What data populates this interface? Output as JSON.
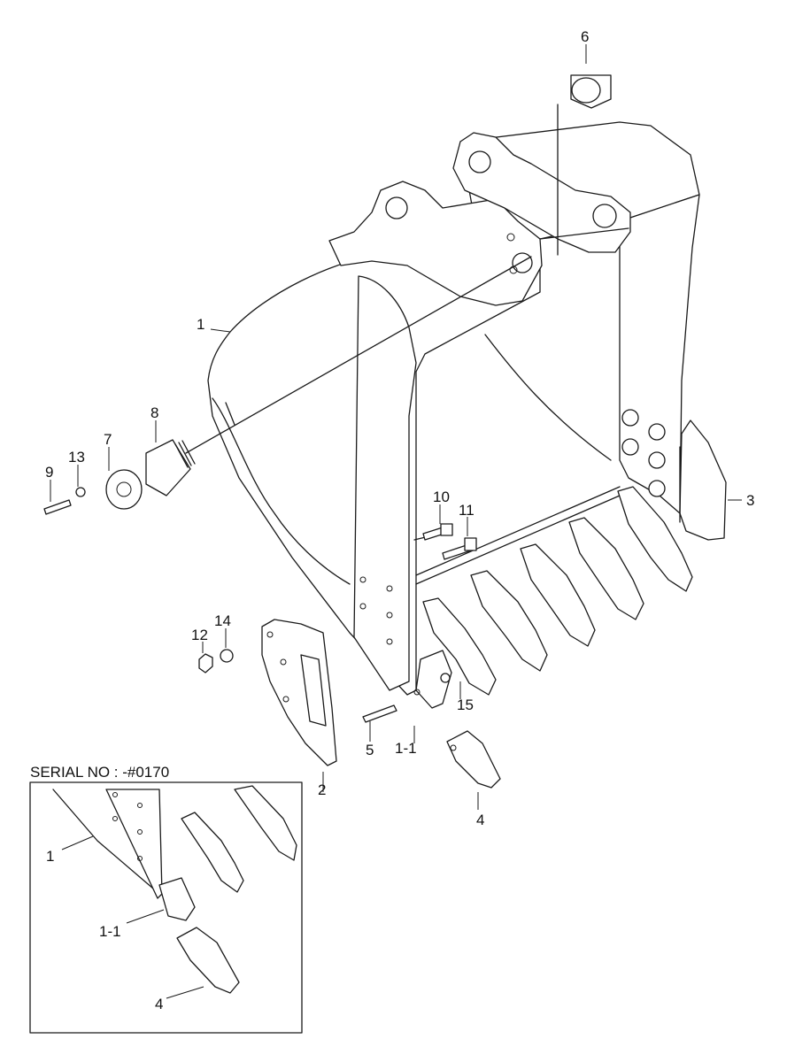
{
  "callouts": [
    {
      "id": "c1",
      "text": "1"
    },
    {
      "id": "c2",
      "text": "2"
    },
    {
      "id": "c3",
      "text": "3"
    },
    {
      "id": "c4",
      "text": "4"
    },
    {
      "id": "c5",
      "text": "5"
    },
    {
      "id": "c6",
      "text": "6"
    },
    {
      "id": "c7",
      "text": "7"
    },
    {
      "id": "c8",
      "text": "8"
    },
    {
      "id": "c9",
      "text": "9"
    },
    {
      "id": "c10",
      "text": "10"
    },
    {
      "id": "c11",
      "text": "11"
    },
    {
      "id": "c12",
      "text": "12"
    },
    {
      "id": "c13",
      "text": "13"
    },
    {
      "id": "c14",
      "text": "14"
    },
    {
      "id": "c15",
      "text": "15"
    },
    {
      "id": "c11a",
      "text": "1-1"
    }
  ],
  "inset": {
    "serial_label": "SERIAL NO : -#0170",
    "callouts": [
      {
        "id": "i1",
        "text": "1"
      },
      {
        "id": "i11",
        "text": "1-1"
      },
      {
        "id": "i4",
        "text": "4"
      }
    ]
  }
}
